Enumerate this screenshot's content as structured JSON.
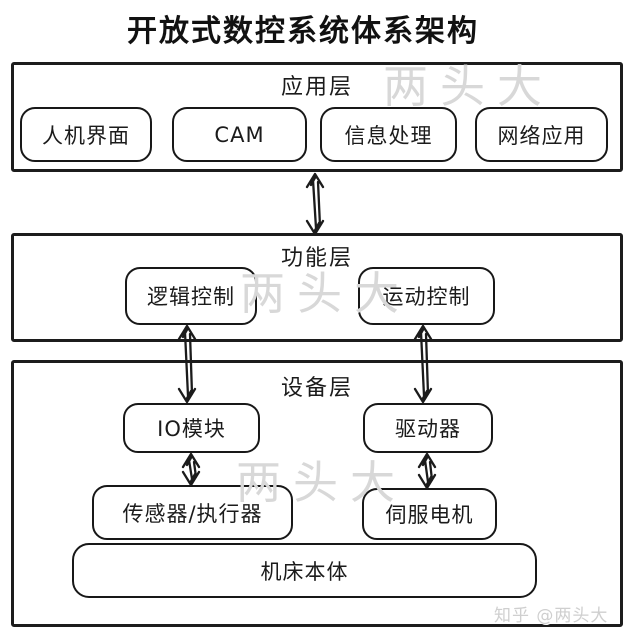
{
  "title": "开放式数控系统体系架构",
  "layers": [
    {
      "label": "应用层",
      "nodes": [
        {
          "label": "人机界面"
        },
        {
          "label": "CAM"
        },
        {
          "label": "信息处理"
        },
        {
          "label": "网络应用"
        }
      ]
    },
    {
      "label": "功能层",
      "nodes": [
        {
          "label": "逻辑控制"
        },
        {
          "label": "运动控制"
        }
      ]
    },
    {
      "label": "设备层",
      "nodes": [
        {
          "label": "IO模块"
        },
        {
          "label": "驱动器"
        },
        {
          "label": "传感器/执行器"
        },
        {
          "label": "伺服电机"
        },
        {
          "label": "机床本体"
        }
      ]
    }
  ],
  "connections": [
    {
      "from": "应用层",
      "to": "功能层",
      "type": "bidirectional"
    },
    {
      "from": "逻辑控制",
      "to": "IO模块",
      "type": "bidirectional"
    },
    {
      "from": "运动控制",
      "to": "驱动器",
      "type": "bidirectional"
    },
    {
      "from": "IO模块",
      "to": "传感器/执行器",
      "type": "bidirectional"
    },
    {
      "from": "驱动器",
      "to": "伺服电机",
      "type": "bidirectional"
    }
  ],
  "watermarks": {
    "brand": "两头大",
    "credit": "知乎 @两头大"
  },
  "colors": {
    "ink": "#1b1b1b",
    "background": "#ffffff",
    "watermark": "#d8d8d8"
  }
}
